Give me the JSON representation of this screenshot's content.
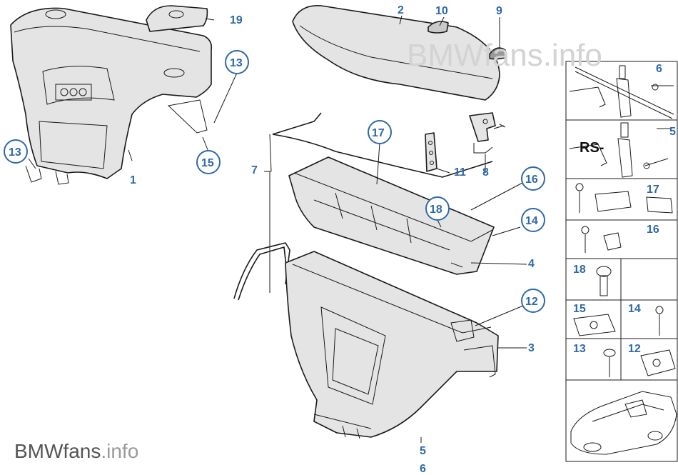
{
  "watermark": "BMWfans.info",
  "brand_logo": {
    "main": "BMWfans",
    "suffix": ".info"
  },
  "side_panel_code": "RS-",
  "labels": {
    "l1": "1",
    "l2": "2",
    "l3": "3",
    "l4": "4",
    "l5a": "5",
    "l5b": "5",
    "l6a": "6",
    "l6b": "6",
    "l7": "7",
    "l8": "8",
    "l9": "9",
    "l10": "10",
    "l11": "11",
    "l12a": "12",
    "l12b": "12",
    "l13a": "13",
    "l13b": "13",
    "l13c": "13",
    "l14a": "14",
    "l14b": "14",
    "l15a": "15",
    "l15b": "15",
    "l16a": "16",
    "l16b": "16",
    "l17a": "17",
    "l17b": "17",
    "l18a": "18",
    "l18b": "18",
    "l19": "19"
  },
  "colors": {
    "label_blue": "#2f6aa8",
    "line": "#1a1a1a",
    "watermark": "#d3d3d3"
  }
}
